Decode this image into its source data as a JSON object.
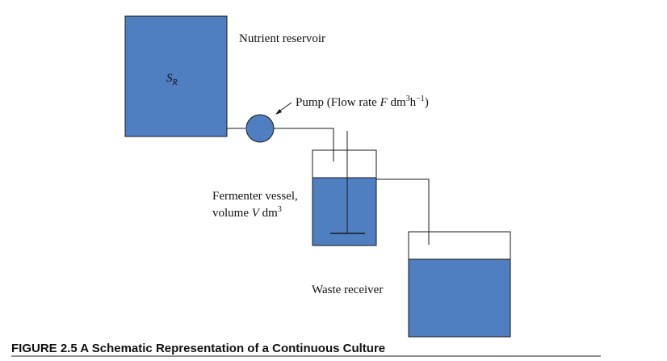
{
  "figure": {
    "caption": "FIGURE 2.5 A Schematic Representation of a Continuous Culture",
    "colors": {
      "fill": "#4f7fc0",
      "stroke": "#1a1a1a"
    },
    "reservoir": {
      "label": "Nutrient reservoir",
      "symbol": "S",
      "subscript": "R"
    },
    "pump": {
      "prefix": "Pump (Flow rate ",
      "var": "F",
      "unit": " dm",
      "sup1": "3",
      "mid": "h",
      "sup2": "−1",
      "suffix": ")"
    },
    "fermenter": {
      "line1": "Fermenter vessel,",
      "line2_prefix": "volume ",
      "line2_var": "V",
      "line2_unit": " dm",
      "line2_sup": "3"
    },
    "waste": {
      "label": "Waste receiver"
    }
  }
}
